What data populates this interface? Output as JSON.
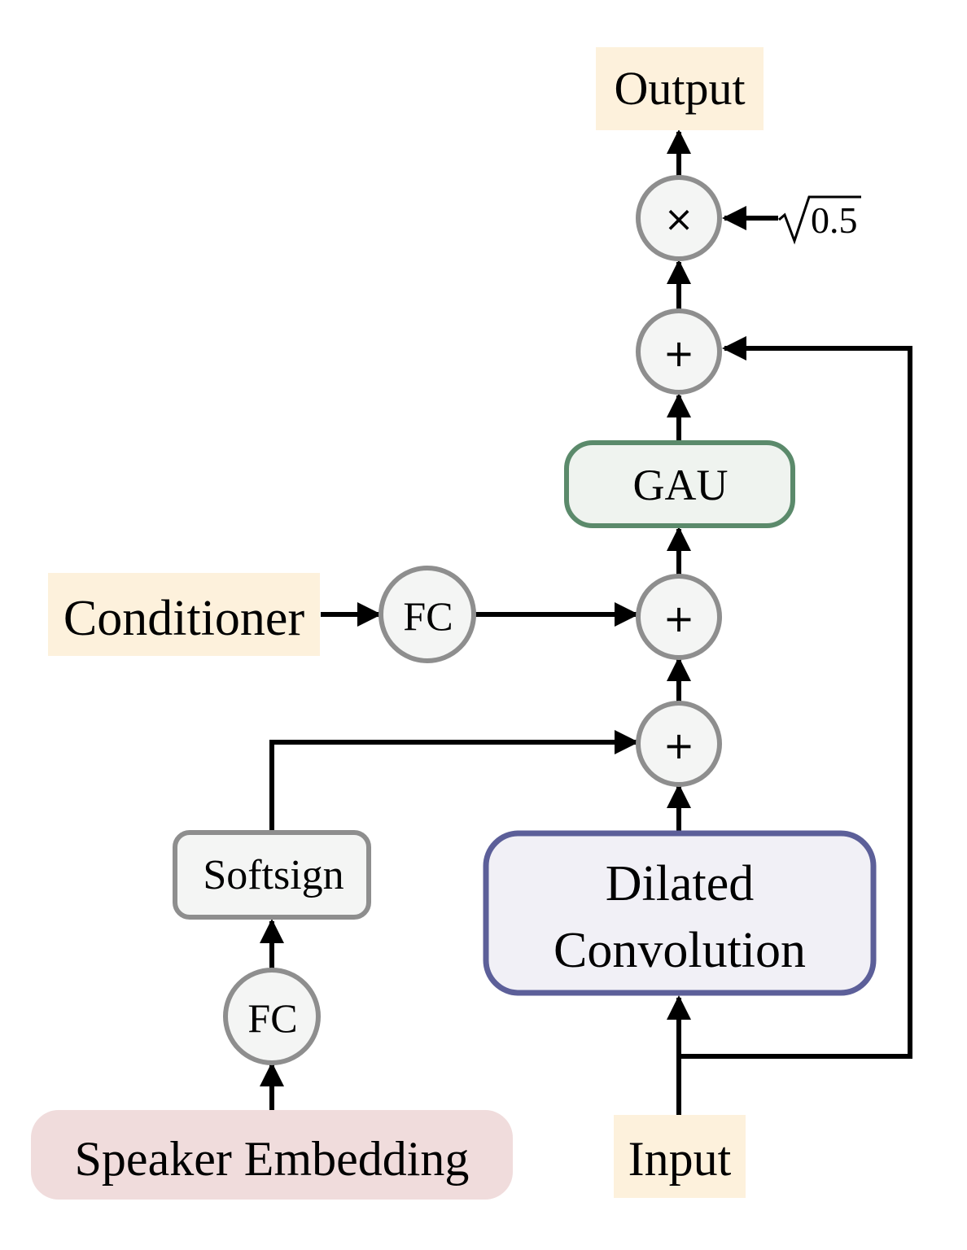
{
  "nodes": {
    "output": "Output",
    "multiply": "×",
    "scale": "0.5",
    "residual_add": "+",
    "gau": "GAU",
    "cond_add": "+",
    "conditioner": "Conditioner",
    "cond_fc": "FC",
    "spk_add": "+",
    "softsign": "Softsign",
    "dilated_conv_line1": "Dilated",
    "dilated_conv_line2": "Convolution",
    "spk_fc": "FC",
    "speaker_embedding": "Speaker Embedding",
    "input": "Input"
  },
  "colors": {
    "io_fill": "#fdf1dc",
    "speaker_fill": "#f0dcdc",
    "op_fill": "#f4f5f4",
    "op_stroke": "#8e8e8e",
    "gau_fill": "#eff3ef",
    "gau_stroke": "#5b8a6b",
    "conv_fill": "#f1f0f6",
    "conv_stroke": "#5c5f99",
    "edge": "#000000"
  }
}
